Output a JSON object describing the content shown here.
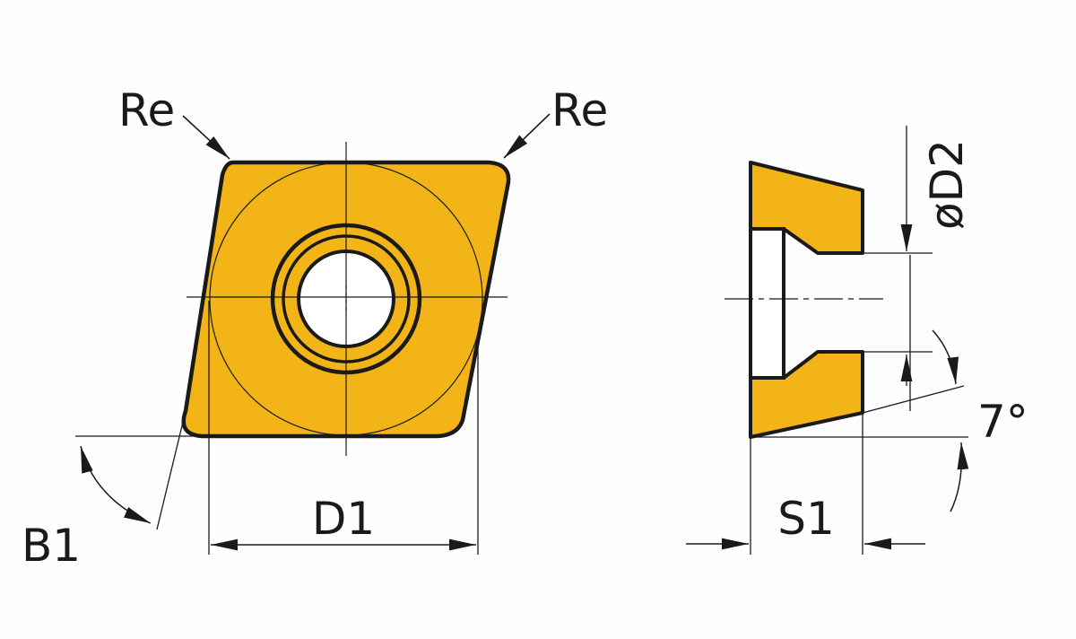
{
  "labels": {
    "re_left": "Re",
    "re_right": "Re",
    "d1": "D1",
    "b1": "B1",
    "d2": "øD2",
    "s1": "S1",
    "angle": "7°"
  },
  "colors": {
    "insert_fill": "#F2B417",
    "outline": "#1a1a1a",
    "background": "#fefefe"
  }
}
